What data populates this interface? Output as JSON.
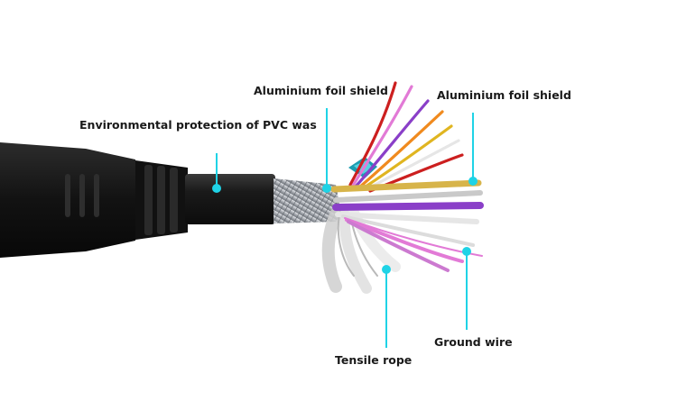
{
  "labels": {
    "pvc_jacket": "Environmental protection of PVC was",
    "foil_shield_left": "Aluminium foil shield",
    "foil_shield_right": "Aluminium foil shield",
    "tensile_rope": "Tensile rope",
    "ground_wire": "Ground wire"
  },
  "colors": {
    "pointer": "#1fd3e6",
    "connector_body": "#141414",
    "cable_jacket": "#1c1c1c",
    "foil": "#b8bcc2",
    "wire_red": "#cc1f1f",
    "wire_orange": "#f08a1e",
    "wire_yellow": "#e0b520",
    "wire_purple": "#8a3fc8",
    "wire_pink": "#e27ad6",
    "wire_white": "#e6e6e6",
    "wire_gold": "#d7b44a",
    "wire_teal": "#1c9cb0"
  },
  "icons": [
    "hdmi-connector-icon",
    "cable-icon"
  ]
}
